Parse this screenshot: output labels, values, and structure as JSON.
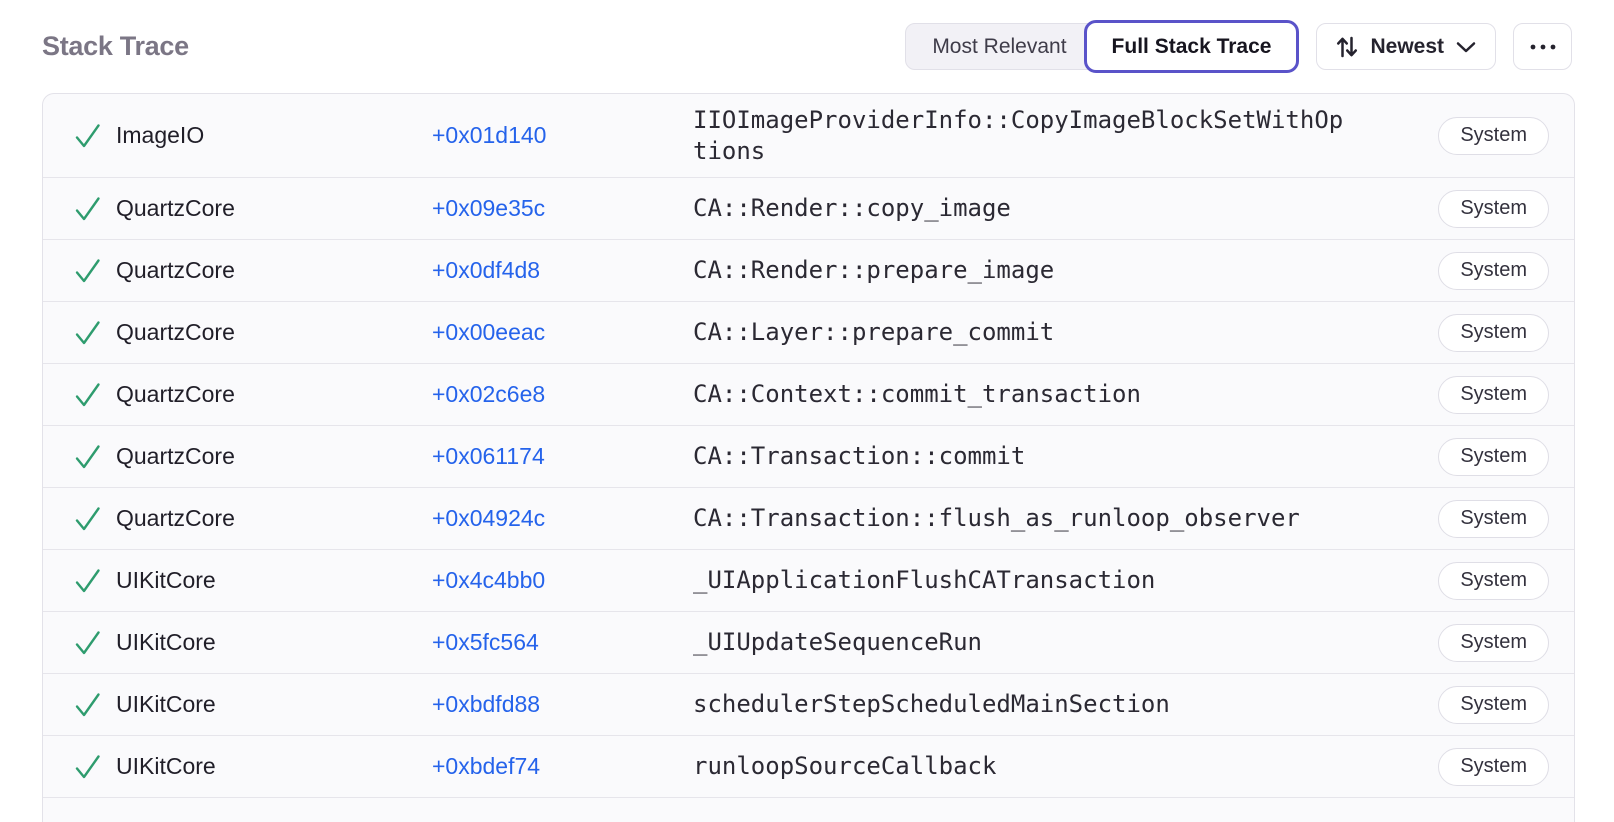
{
  "header": {
    "title": "Stack Trace",
    "view_toggle": {
      "most_relevant_label": "Most Relevant",
      "full_stack_trace_label": "Full Stack Trace",
      "active": "Full Stack Trace"
    },
    "sort_button": {
      "label": "Newest",
      "icon": "up-down-arrows-icon",
      "chevron": "chevron-down-icon"
    },
    "more_button": {
      "icon": "ellipsis-icon"
    }
  },
  "colors": {
    "accent_purple": "#5a53c9",
    "link_blue": "#2563eb",
    "success_green": "#2e9c6e",
    "row_background": "#fafafc",
    "border": "#e3e2e9",
    "title_gray": "#7b7685"
  },
  "icons": {
    "frame_status": "checkmark-icon"
  },
  "stack_trace": {
    "frames": [
      {
        "library": "ImageIO",
        "offset": "+0x01d140",
        "symbol": "IIOImageProviderInfo::CopyImageBlockSetWithOptions",
        "tag": "System"
      },
      {
        "library": "QuartzCore",
        "offset": "+0x09e35c",
        "symbol": "CA::Render::copy_image",
        "tag": "System"
      },
      {
        "library": "QuartzCore",
        "offset": "+0x0df4d8",
        "symbol": "CA::Render::prepare_image",
        "tag": "System"
      },
      {
        "library": "QuartzCore",
        "offset": "+0x00eeac",
        "symbol": "CA::Layer::prepare_commit",
        "tag": "System"
      },
      {
        "library": "QuartzCore",
        "offset": "+0x02c6e8",
        "symbol": "CA::Context::commit_transaction",
        "tag": "System"
      },
      {
        "library": "QuartzCore",
        "offset": "+0x061174",
        "symbol": "CA::Transaction::commit",
        "tag": "System"
      },
      {
        "library": "QuartzCore",
        "offset": "+0x04924c",
        "symbol": "CA::Transaction::flush_as_runloop_observer",
        "tag": "System"
      },
      {
        "library": "UIKitCore",
        "offset": "+0x4c4bb0",
        "symbol": "_UIApplicationFlushCATransaction",
        "tag": "System"
      },
      {
        "library": "UIKitCore",
        "offset": "+0x5fc564",
        "symbol": "_UIUpdateSequenceRun",
        "tag": "System"
      },
      {
        "library": "UIKitCore",
        "offset": "+0xbdfd88",
        "symbol": "schedulerStepScheduledMainSection",
        "tag": "System"
      },
      {
        "library": "UIKitCore",
        "offset": "+0xbdef74",
        "symbol": "runloopSourceCallback",
        "tag": "System"
      }
    ]
  }
}
